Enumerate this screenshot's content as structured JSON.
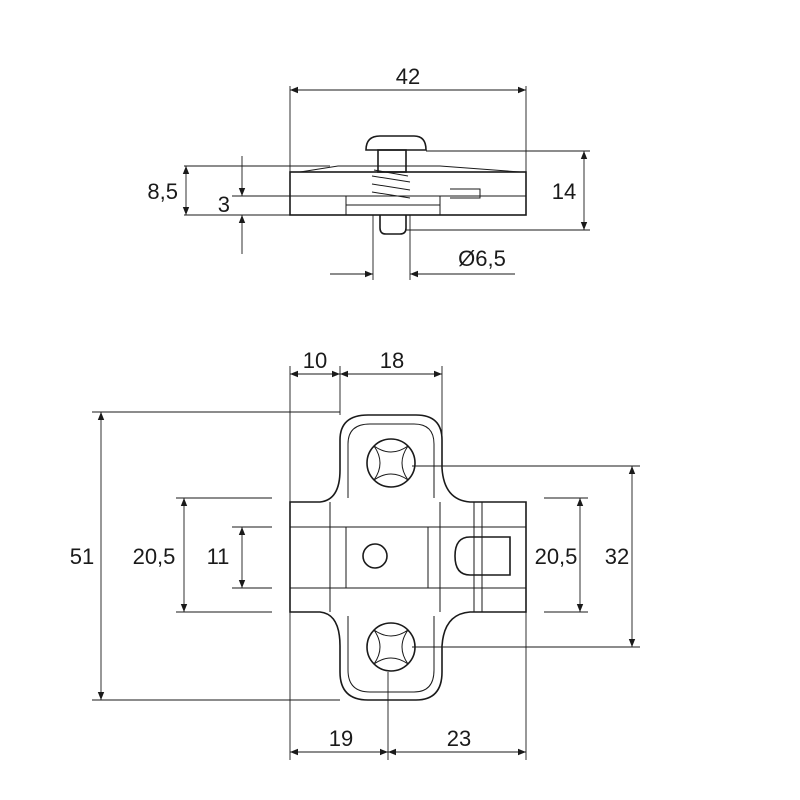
{
  "drawing": {
    "title": "",
    "side_view": {
      "width_label": "42",
      "height_left_label": "8,5",
      "base_label": "3",
      "height_right_label": "14",
      "diameter_label": "Ø6,5"
    },
    "top_view": {
      "top_left_label": "10",
      "top_right_label": "18",
      "overall_height_label": "51",
      "left_width_label": "20,5",
      "slot_label": "11",
      "right_width_label": "20,5",
      "screw_spacing_label": "32",
      "bottom_left_label": "19",
      "bottom_right_label": "23"
    }
  }
}
